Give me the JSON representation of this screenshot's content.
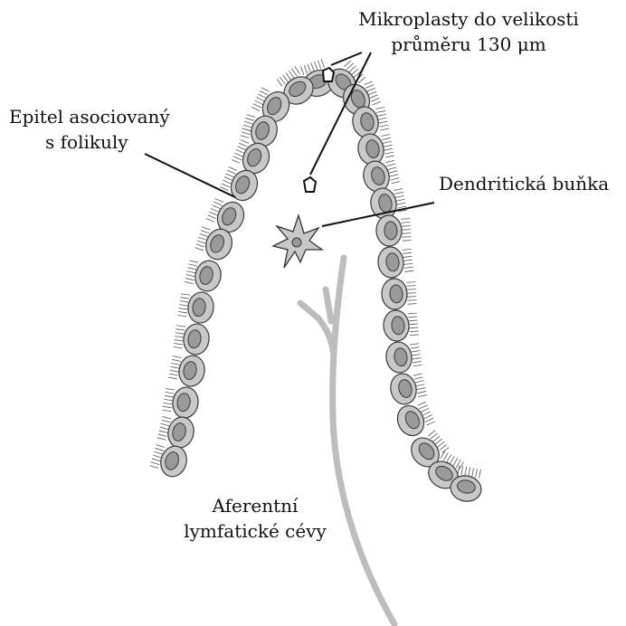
{
  "labels": {
    "microplastics_line1": "Mikroplasty do velikosti",
    "microplastics_line2": "průměru 130 μm",
    "epithelium_line1": "Epitel asociovaný",
    "epithelium_line2": "s folikuly",
    "dendritic_cell": "Dendritická buňka",
    "lymphatic_line1": "Aferentní",
    "lymphatic_line2": "lymfatické cévy"
  },
  "colors": {
    "cell_fill": "#c8c8c8",
    "nucleus_fill": "#9a9a9a",
    "outline": "#3a3a3a",
    "vessel": "#bdbdbd",
    "text": "#111111"
  },
  "icons": {
    "microplastic": "microplastic-particle-icon",
    "dendritic_cell": "dendritic-cell-icon"
  }
}
